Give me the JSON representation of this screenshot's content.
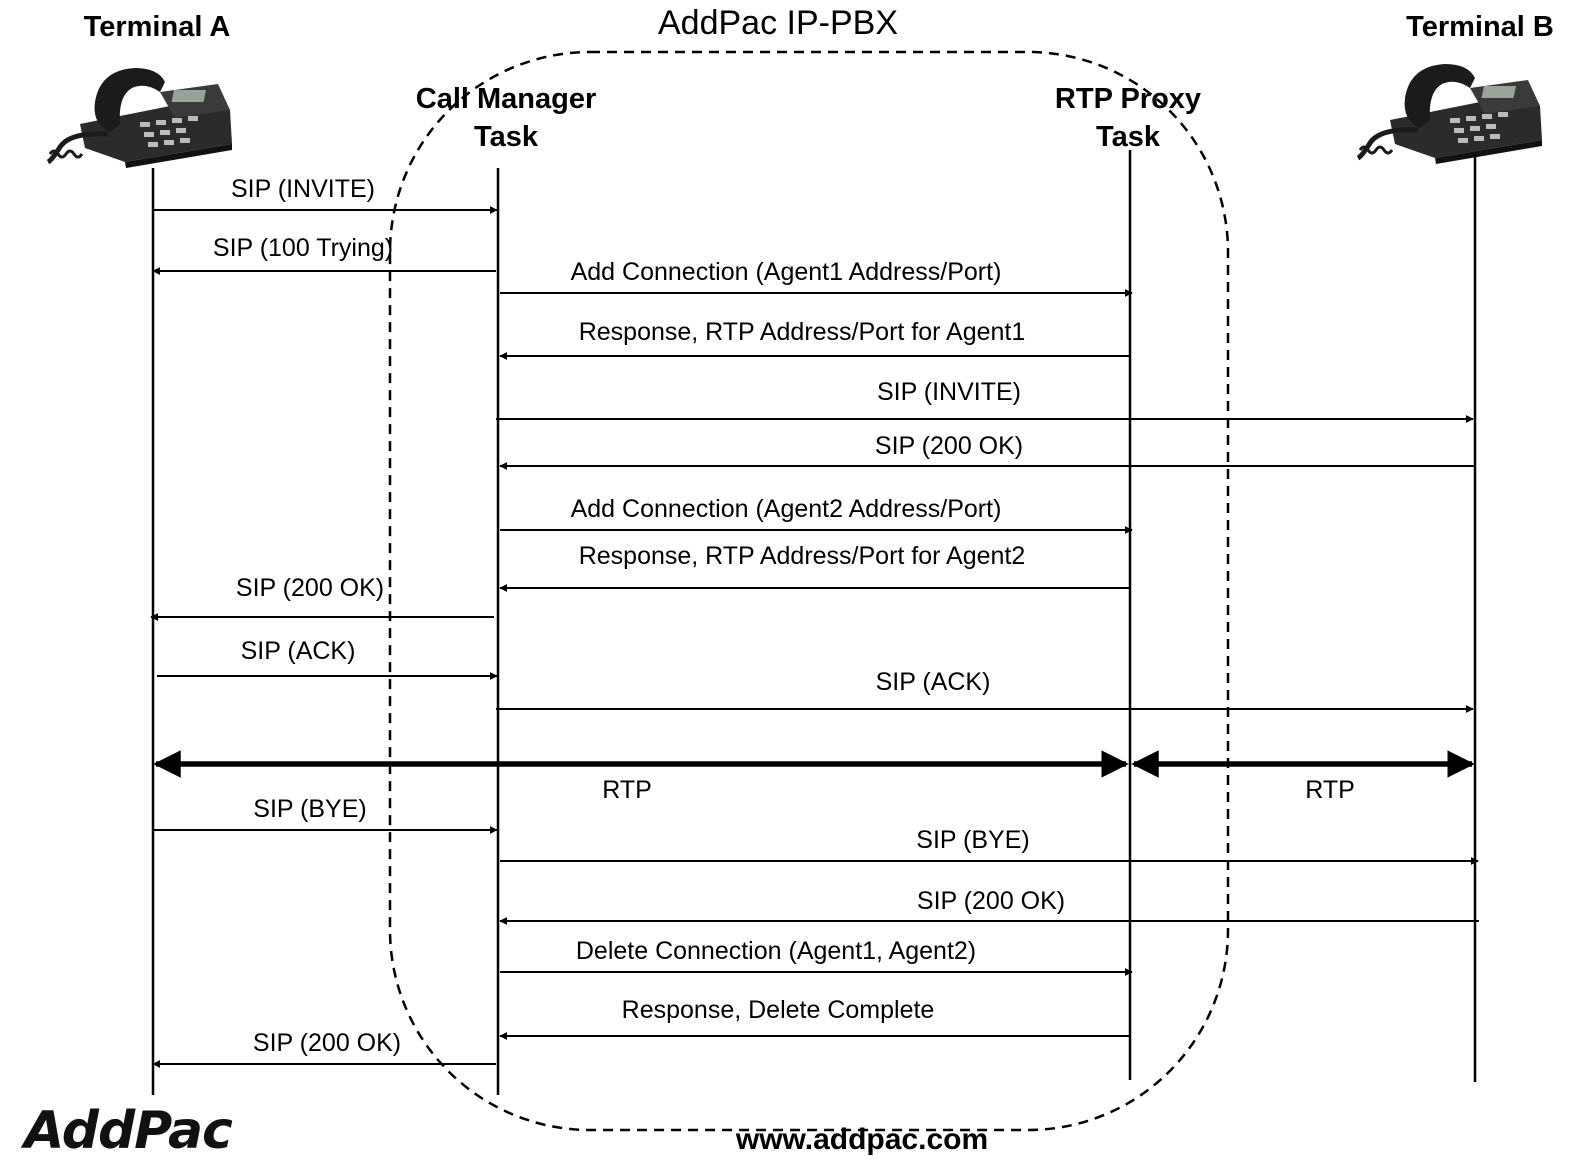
{
  "title": "AddPac IP-PBX",
  "participants": {
    "terminal_a": "Terminal A",
    "call_manager_line1": "Call Manager",
    "call_manager_line2": "Task",
    "rtp_proxy_line1": "RTP Proxy",
    "rtp_proxy_line2": "Task",
    "terminal_b": "Terminal B"
  },
  "messages": [
    {
      "label": "SIP (INVITE)",
      "from": "terminal_a",
      "to": "call_manager"
    },
    {
      "label": "SIP (100 Trying)",
      "from": "call_manager",
      "to": "terminal_a"
    },
    {
      "label": "Add Connection (Agent1 Address/Port)",
      "from": "call_manager",
      "to": "rtp_proxy"
    },
    {
      "label": "Response, RTP Address/Port for Agent1",
      "from": "rtp_proxy",
      "to": "call_manager"
    },
    {
      "label": "SIP (INVITE)",
      "from": "call_manager",
      "to": "terminal_b"
    },
    {
      "label": "SIP (200 OK)",
      "from": "terminal_b",
      "to": "call_manager"
    },
    {
      "label": "Add Connection (Agent2 Address/Port)",
      "from": "call_manager",
      "to": "rtp_proxy"
    },
    {
      "label": "Response, RTP Address/Port for Agent2",
      "from": "rtp_proxy",
      "to": "call_manager"
    },
    {
      "label": "SIP (200 OK)",
      "from": "call_manager",
      "to": "terminal_a"
    },
    {
      "label": "SIP (ACK)",
      "from": "terminal_a",
      "to": "call_manager"
    },
    {
      "label": "SIP (ACK)",
      "from": "call_manager",
      "to": "terminal_b"
    },
    {
      "label": "SIP (BYE)",
      "from": "terminal_a",
      "to": "call_manager"
    },
    {
      "label": "SIP (BYE)",
      "from": "call_manager",
      "to": "terminal_b"
    },
    {
      "label": "SIP (200 OK)",
      "from": "terminal_b",
      "to": "call_manager"
    },
    {
      "label": "Delete Connection (Agent1, Agent2)",
      "from": "call_manager",
      "to": "rtp_proxy"
    },
    {
      "label": "Response, Delete Complete",
      "from": "rtp_proxy",
      "to": "call_manager"
    },
    {
      "label": "SIP (200 OK)",
      "from": "call_manager",
      "to": "terminal_a"
    }
  ],
  "rtp_streams": [
    {
      "label": "RTP",
      "between": [
        "terminal_a",
        "rtp_proxy"
      ]
    },
    {
      "label": "RTP",
      "between": [
        "rtp_proxy",
        "terminal_b"
      ]
    }
  ],
  "logo": "AddPac",
  "website": "www.addpac.com",
  "icons": {
    "terminal": "desk-phone-icon"
  }
}
